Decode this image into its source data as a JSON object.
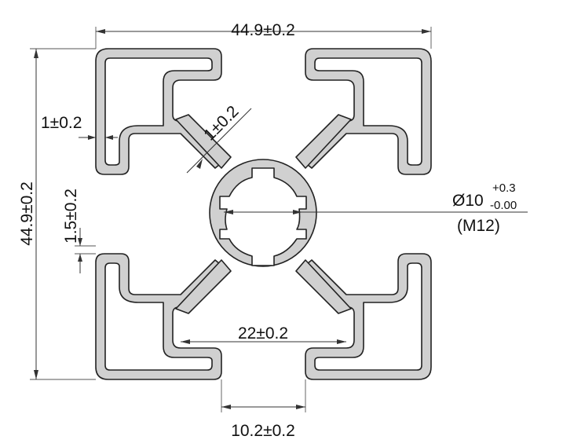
{
  "dimensions": {
    "overall_width": "44.9±0.2",
    "overall_height": "44.9±0.2",
    "wall_thickness": "1±0.2",
    "web_thickness": "1±0.2",
    "lip_thickness": "1.5±0.2",
    "slot_inner_width": "22±0.2",
    "slot_opening": "10.2±0.2",
    "bore_diameter": "Ø10",
    "bore_tol_upper": "+0.3",
    "bore_tol_lower": "-0.00",
    "thread": "(M12)"
  },
  "colors": {
    "profile_fill": "#d0d0d0",
    "outline": "#222222",
    "dimension_line": "#333333"
  }
}
